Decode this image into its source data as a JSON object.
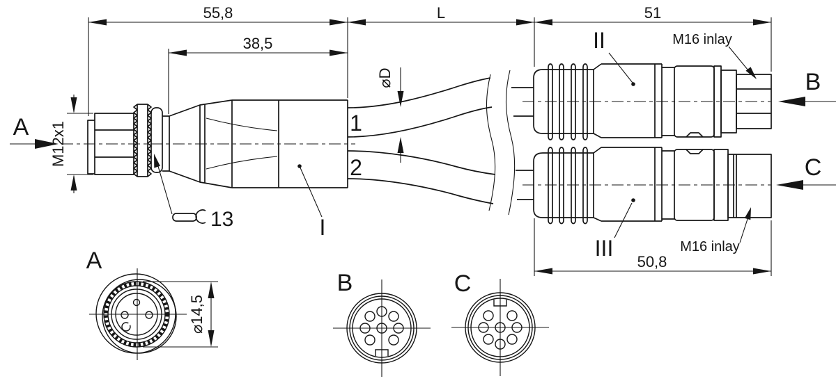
{
  "drawing": {
    "colors": {
      "line": "#161616",
      "background": "#ffffff"
    },
    "dims": {
      "overall": "55,8",
      "boot": "38,5",
      "length": "L",
      "branch_b": "51",
      "branch_c": "50,8",
      "cable_dia": "⌀D",
      "thread": "M12x1",
      "face_dia": "⌀14,5",
      "wrench": "13"
    },
    "labels": {
      "arrow_a": "A",
      "arrow_b": "B",
      "arrow_c": "C",
      "part_i": "I",
      "part_ii": "II",
      "part_iii": "III",
      "cable_1": "1",
      "cable_2": "2",
      "inlay_b": "M16 inlay",
      "inlay_c": "M16 inlay"
    },
    "faces": {
      "a": "A",
      "b": "B",
      "c": "C"
    }
  }
}
